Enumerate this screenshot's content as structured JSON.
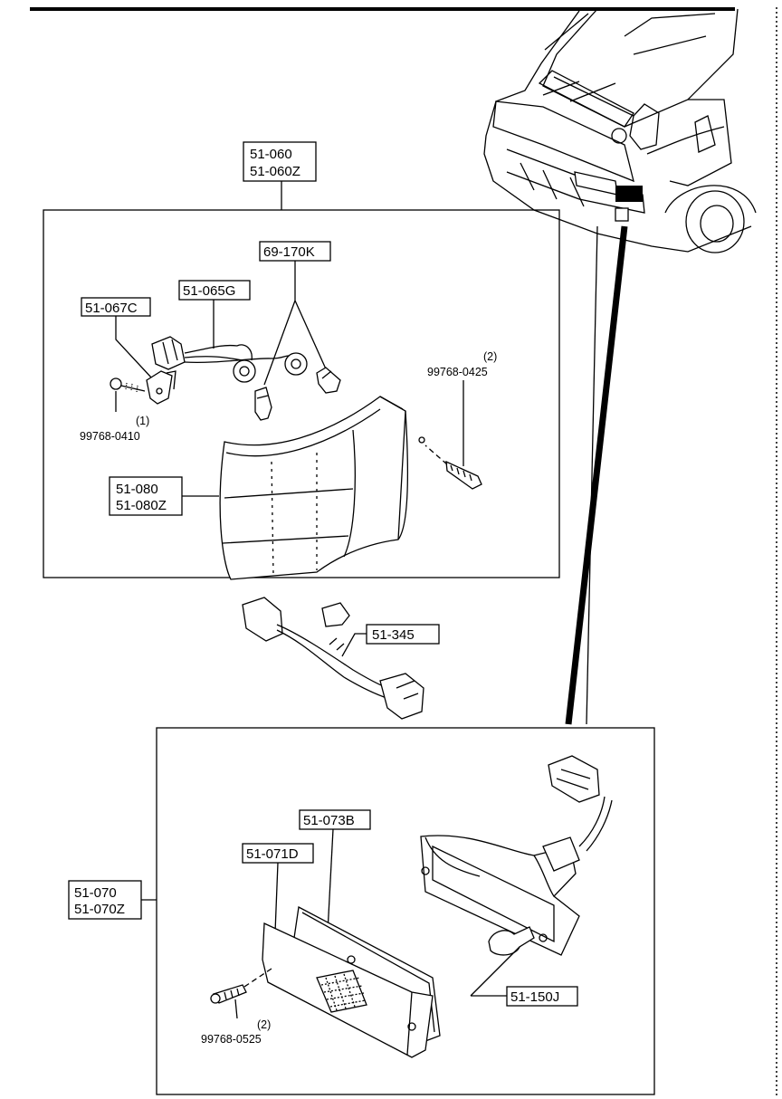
{
  "parts": {
    "front_lamp_assy": [
      "51-060",
      "51-060Z"
    ],
    "bulb_69": "69-170K",
    "socket_wire": "51-065G",
    "bracket": "51-067C",
    "screw_410": {
      "qty": "(1)",
      "part": "99768-0410"
    },
    "screw_425": {
      "qty": "(2)",
      "part": "99768-0425"
    },
    "lens_080": [
      "51-080",
      "51-080Z"
    ],
    "harness_345": "51-345",
    "gasket_073": "51-073B",
    "lens_071": "51-071D",
    "side_lamp_assy": [
      "51-070",
      "51-070Z"
    ],
    "bulb_150": "51-150J",
    "screw_525": {
      "qty": "(2)",
      "part": "99768-0525"
    }
  }
}
